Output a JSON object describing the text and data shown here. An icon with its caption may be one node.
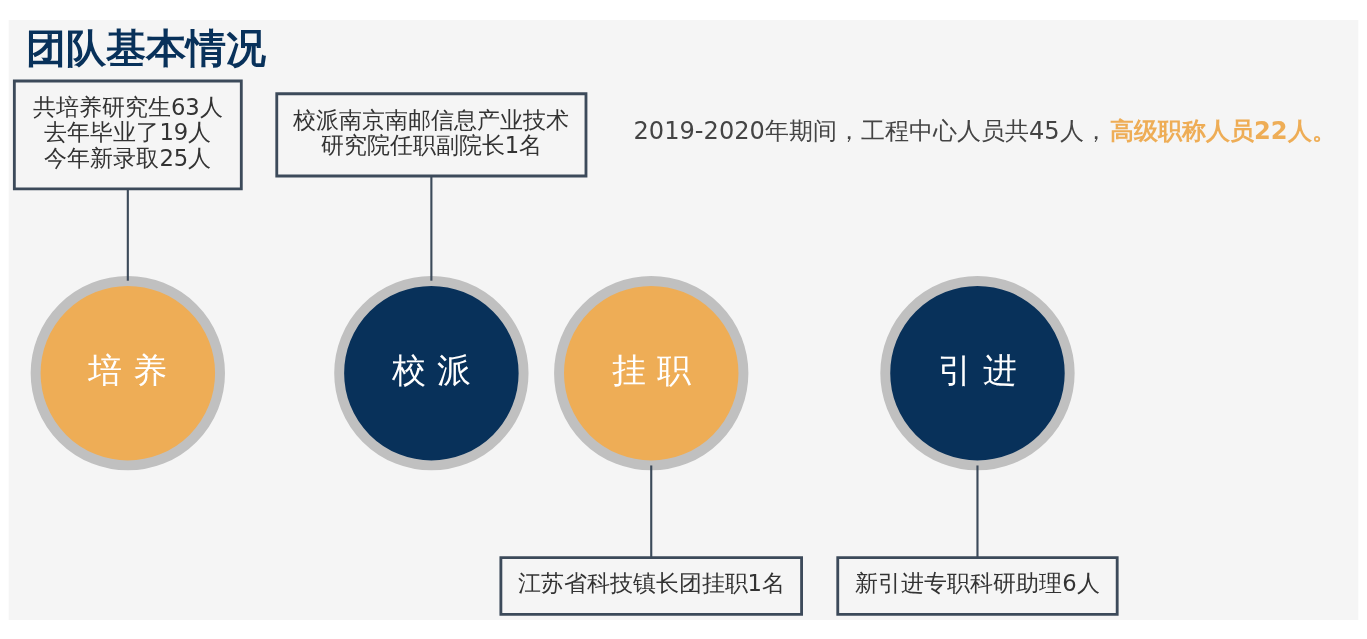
{
  "diagram": {
    "title": "团队基本情况",
    "nodes": [
      {
        "text": [
          "共培养研究生63人",
          "去年毕业了19人",
          "今年新录取25人"
        ]
      },
      {
        "text": [
          "培 养"
        ]
      },
      {
        "text": [
          "校 派"
        ]
      },
      {
        "text": [
          "校派南京南邮信息产业技术研究院任职副院长1名"
        ]
      },
      {
        "text": [
          "挂 职"
        ]
      },
      {
        "text": [
          "江苏省科技镇长团挂职1名"
        ]
      },
      {
        "text": [
          "引 进"
        ]
      },
      {
        "text": [
          "新引进专职科研助理6人"
        ]
      }
    ],
    "edges": [
      {
        "from": 0,
        "to": 1,
        "arrow": "none"
      },
      {
        "from": 2,
        "to": 3,
        "arrow": "none"
      },
      {
        "from": 4,
        "to": 5,
        "arrow": "none"
      },
      {
        "from": 6,
        "to": 7,
        "arrow": "none"
      }
    ],
    "labels": [
      "2019-2020年期间，工程中心人员共45人，**高级职称人员22人。**"
    ]
  }
}
